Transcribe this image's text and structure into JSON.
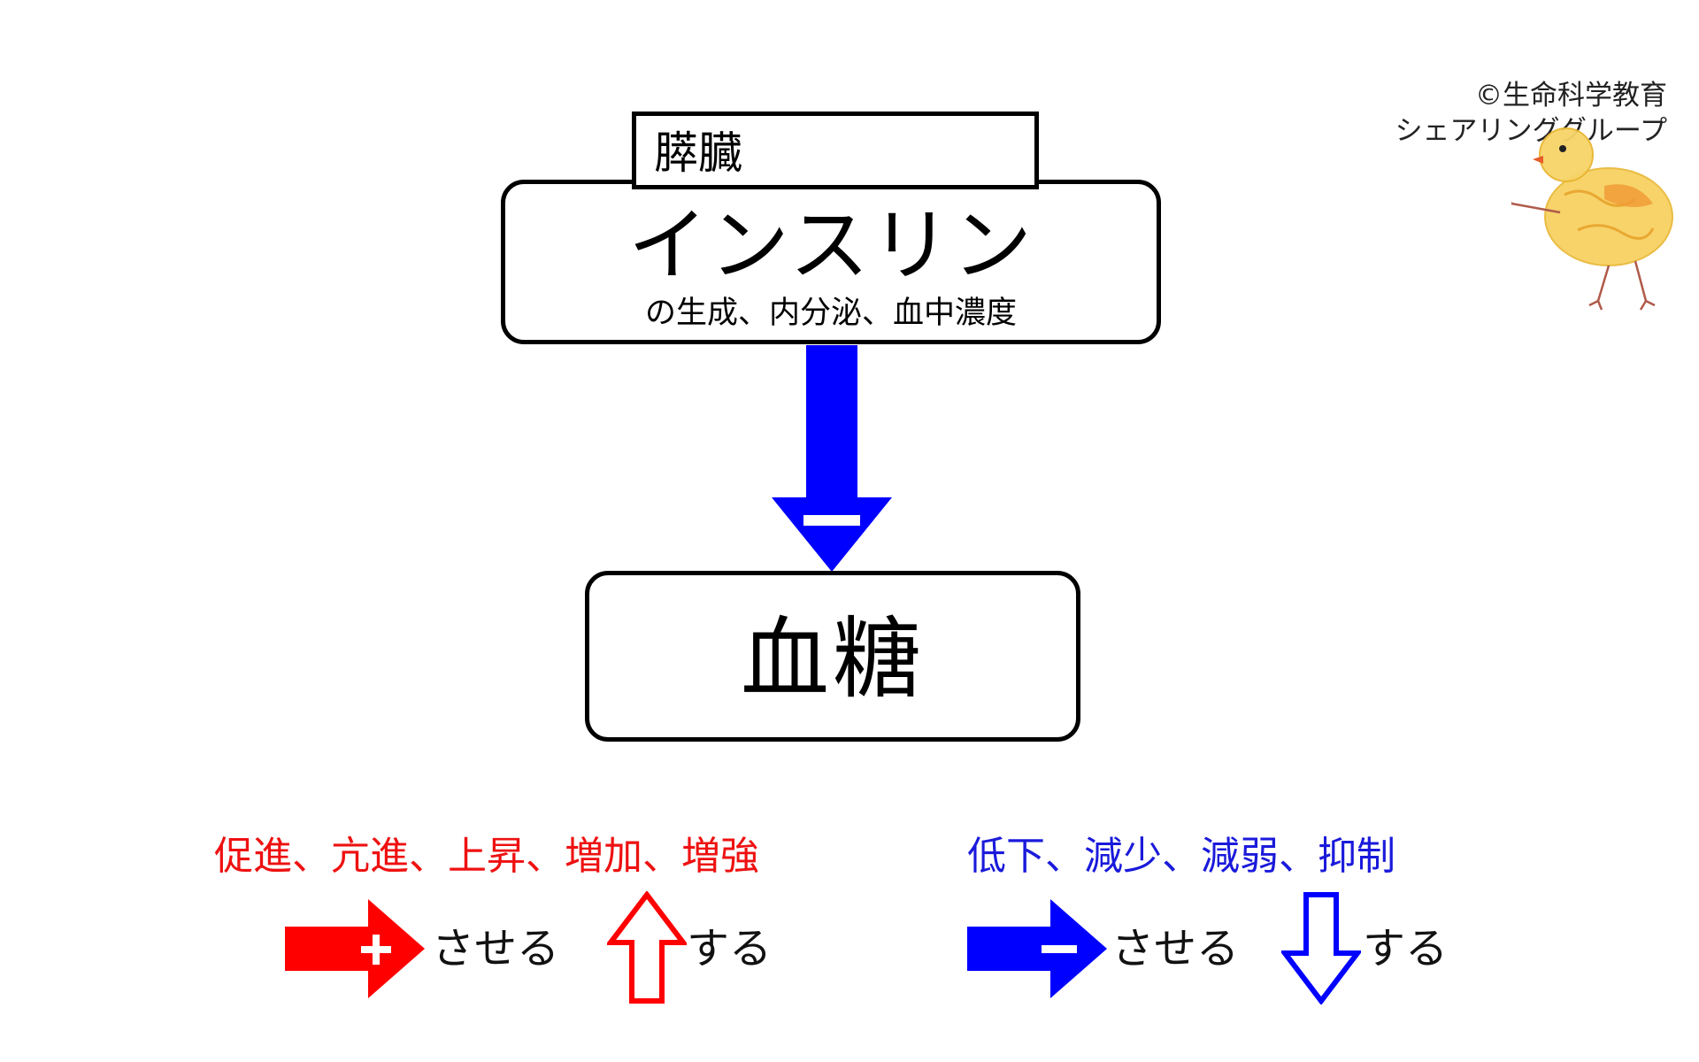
{
  "copyright": {
    "line1": "©生命科学教育",
    "line2": "シェアリンググループ"
  },
  "diagram": {
    "organ_label": "膵臓",
    "hormone_title": "インスリン",
    "hormone_subtitle": "の生成、内分泌、血中濃度",
    "target_label": "血糖",
    "main_arrow": {
      "effect": "minus",
      "color": "#0000ff"
    }
  },
  "legend": {
    "positive_heading": "促進、亢進、上昇、増加、増強",
    "negative_heading": "低下、減少、減弱、抑制",
    "positive_color": "#ff0000",
    "negative_color": "#0000ff",
    "plus_arrow_label": "させる",
    "up_arrow_label": "する",
    "minus_arrow_label": "させる",
    "down_arrow_label": "する"
  }
}
